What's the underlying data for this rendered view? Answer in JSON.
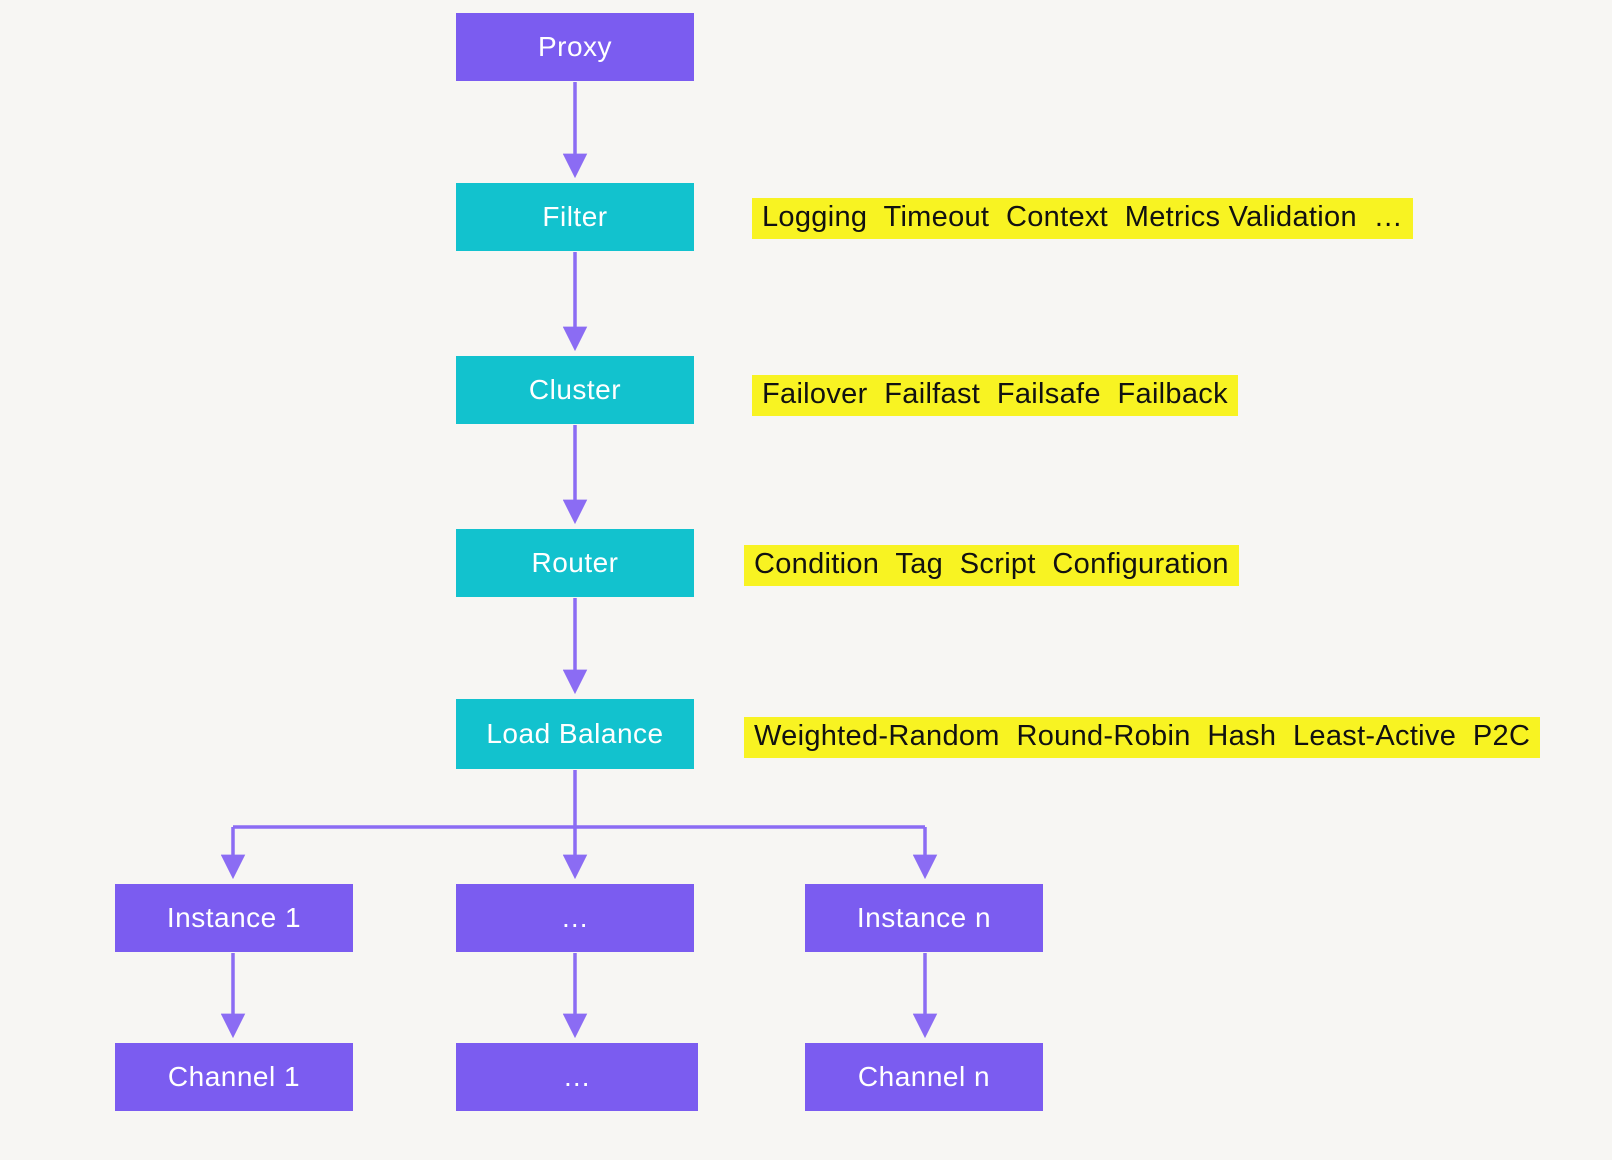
{
  "diagram": {
    "title": "Proxy request pipeline diagram",
    "nodes": {
      "proxy": {
        "label": "Proxy"
      },
      "filter": {
        "label": "Filter"
      },
      "cluster": {
        "label": "Cluster"
      },
      "router": {
        "label": "Router"
      },
      "load_balance": {
        "label": "Load Balance"
      },
      "instance_1": {
        "label": "Instance 1"
      },
      "instance_mid": {
        "label": "…"
      },
      "instance_n": {
        "label": "Instance n"
      },
      "channel_1": {
        "label": "Channel 1"
      },
      "channel_mid": {
        "label": "…"
      },
      "channel_n": {
        "label": "Channel n"
      }
    },
    "annotations": {
      "filter": "Logging  Timeout  Context  Metrics Validation  …",
      "cluster": "Failover  Failfast  Failsafe  Failback",
      "router": "Condition  Tag  Script  Configuration",
      "load_balance": "Weighted-Random  Round-Robin  Hash  Least-Active  P2C"
    },
    "colors": {
      "node_purple": "#7b5cf0",
      "node_cyan": "#12c2ce",
      "annotation_yellow": "#f8f322",
      "arrow_purple": "#8b6cf3",
      "background": "#f7f6f3"
    }
  }
}
